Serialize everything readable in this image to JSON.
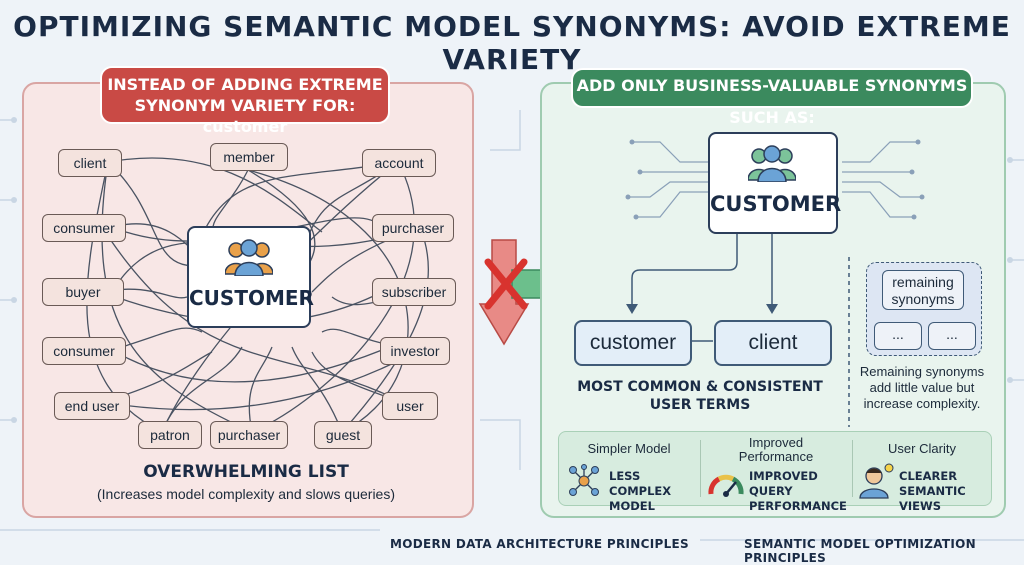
{
  "title": "OPTIMIZING SEMANTIC MODEL SYNONYMS: AVOID EXTREME VARIETY",
  "left": {
    "banner_line1": "INSTEAD OF ADDING EXTREME",
    "banner_line2": "SYNONYM VARIETY FOR: customer",
    "center_label": "CUSTOMER",
    "synonyms": [
      "client",
      "member",
      "account",
      "consumer",
      "purchaser",
      "buyer",
      "subscriber",
      "consumer",
      "investor",
      "end user",
      "user",
      "patron",
      "purchaser",
      "guest"
    ],
    "caption": "OVERWHELMING LIST",
    "subcaption": "(Increases model complexity and slows queries)"
  },
  "right": {
    "banner": "ADD ONLY BUSINESS-VALUABLE SYNONYMS SUCH AS:",
    "center_label": "CUSTOMER",
    "terms": [
      "customer",
      "client"
    ],
    "terms_caption_line1": "MOST COMMON & CONSISTENT",
    "terms_caption_line2": "USER TERMS",
    "remaining_box": {
      "line1": "remaining",
      "line2": "synonyms",
      "dots": [
        "...",
        "..."
      ]
    },
    "remaining_note": [
      "Remaining synonyms",
      "add little value but",
      "increase complexity."
    ],
    "benefits": [
      {
        "head": "Simpler Model",
        "text_line1": "LESS COMPLEX",
        "text_line2": "MODEL",
        "icon": "network-icon"
      },
      {
        "head_line1": "Improved",
        "head_line2": "Performance",
        "text_line1": "IMPROVED QUERY",
        "text_line2": "PERFORMANCE",
        "icon": "gauge-icon"
      },
      {
        "head": "User Clarity",
        "text_line1": "CLEARER",
        "text_line2": "SEMANTIC VIEWS",
        "icon": "user-idea-icon"
      }
    ]
  },
  "footer": {
    "left": "MODERN DATA ARCHITECTURE PRINCIPLES",
    "right": "SEMANTIC MODEL OPTIMIZATION PRINCIPLES"
  },
  "colors": {
    "red": "#c94a45",
    "green": "#3b8a5e",
    "navy": "#1a2b45"
  }
}
